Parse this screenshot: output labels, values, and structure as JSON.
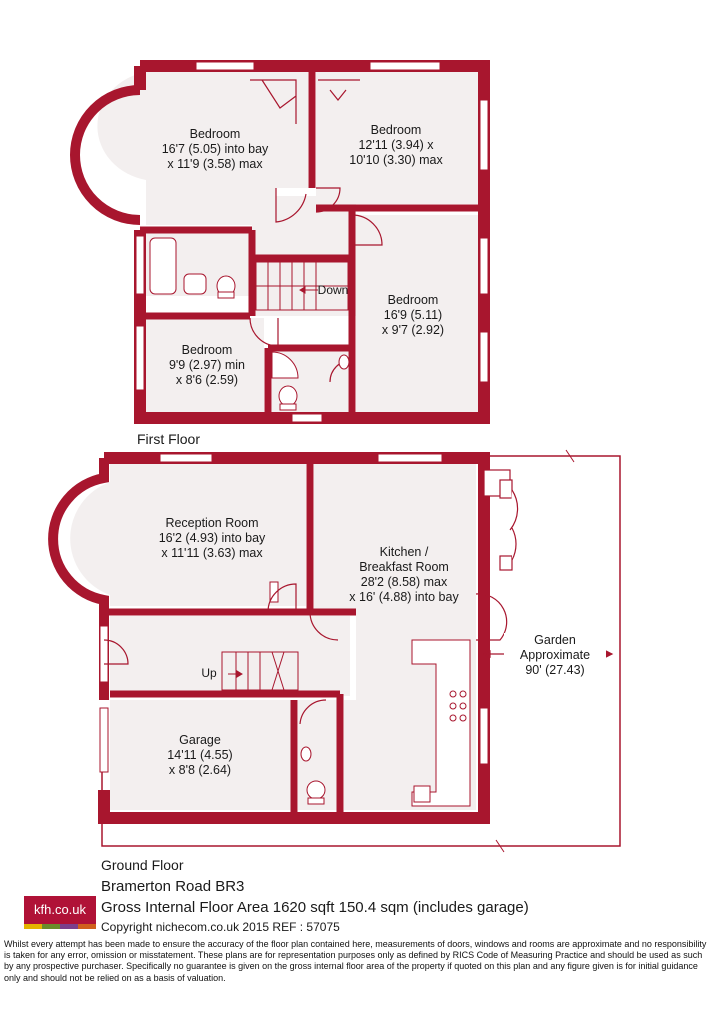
{
  "colors": {
    "wall": "#a8162e",
    "room_fill": "#f3efef",
    "background": "#ffffff",
    "line": "#a8162e",
    "logo_red": "#b01237",
    "strip": [
      "#e4b400",
      "#6a8d2a",
      "#7b3f8c",
      "#d0601c"
    ]
  },
  "first_floor": {
    "title": "First Floor",
    "rooms": [
      {
        "lines": [
          "Bedroom",
          "16'7 (5.05) into bay",
          "x 11'9 (3.58) max"
        ]
      },
      {
        "lines": [
          "Bedroom",
          "12'11 (3.94) x",
          "10'10 (3.30) max"
        ]
      },
      {
        "lines": [
          "Bedroom",
          "16'9 (5.11)",
          "x 9'7 (2.92)"
        ]
      },
      {
        "lines": [
          "Bedroom",
          "9'9 (2.97) min",
          "x 8'6 (2.59)"
        ]
      }
    ],
    "stair_label": "Down"
  },
  "ground_floor": {
    "title": "Ground Floor",
    "rooms": [
      {
        "lines": [
          "Reception Room",
          "16'2 (4.93) into bay",
          "x 11'11 (3.63) max"
        ]
      },
      {
        "lines": [
          "Kitchen /",
          "Breakfast Room",
          "28'2 (8.58) max",
          "x 16' (4.88) into bay"
        ]
      },
      {
        "lines": [
          "Garage",
          "14'11 (4.55)",
          "x 8'8 (2.64)"
        ]
      },
      {
        "lines": [
          "Garden",
          "Approximate",
          "90' (27.43)"
        ]
      }
    ],
    "stair_label": "Up"
  },
  "footer": {
    "logo_text": "kfh.co.uk",
    "address": "Bramerton Road  BR3",
    "area": "Gross Internal Floor Area 1620 sqft 150.4 sqm (includes garage)",
    "copyright": "Copyright nichecom.co.uk 2015 REF : 57075",
    "disclaimer": "Whilst every attempt has been made to ensure the accuracy of the floor plan contained here, measurements of doors, windows and rooms are approximate and no responsibility is taken for any error, omission or misstatement.  These plans are for representation purposes only as defined by RICS Code of Measuring Practice and should be used as such by any prospective purchaser.  Specifically no guarantee is given on the gross internal floor area of the property if quoted on this plan and any figure given is for initial guidance only and should not be relied on as a basis of valuation."
  }
}
